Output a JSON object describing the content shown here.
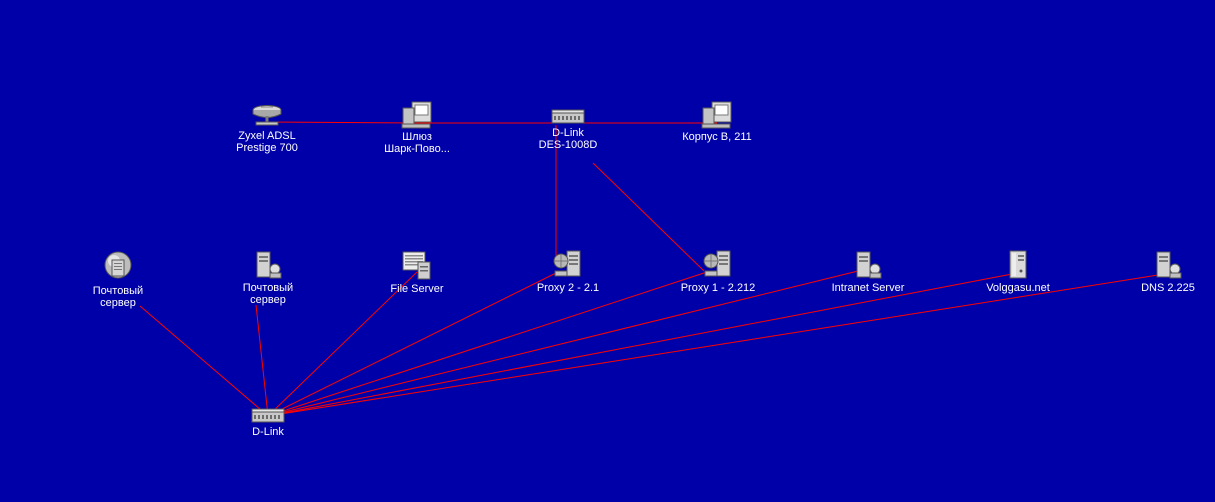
{
  "colors": {
    "background": "#0000a8",
    "link": "#ff0000",
    "label": "#ffffff"
  },
  "nodes": {
    "zyxel": {
      "label": "Zyxel ADSL\nPrestige 700",
      "icon": "modem-icon"
    },
    "gateway": {
      "label": "Шлюз\nШарк-Пово...",
      "icon": "workstation-icon"
    },
    "dlink_top": {
      "label": "D-Link\nDES-1008D",
      "icon": "switch-icon"
    },
    "korpus": {
      "label": "Корпус В, 211",
      "icon": "workstation-icon"
    },
    "mail1": {
      "label": "Почтовый\nсервер",
      "icon": "mail-server-icon"
    },
    "mail2": {
      "label": "Почтовый\nсервер",
      "icon": "server-icon"
    },
    "fileserver": {
      "label": "File Server",
      "icon": "file-server-icon"
    },
    "proxy2": {
      "label": "Proxy 2 - 2.1",
      "icon": "proxy-server-icon"
    },
    "proxy1": {
      "label": "Proxy 1 - 2.212",
      "icon": "proxy-server-icon"
    },
    "intranet": {
      "label": "Intranet Server",
      "icon": "server-icon"
    },
    "volggasu": {
      "label": "Volggasu.net",
      "icon": "tower-server-icon"
    },
    "dns": {
      "label": "DNS 2.225",
      "icon": "server-icon"
    },
    "dlink_bottom": {
      "label": "D-Link",
      "icon": "switch-icon"
    }
  },
  "links": [
    [
      "zyxel",
      "gateway"
    ],
    [
      "gateway",
      "dlink_top"
    ],
    [
      "dlink_top",
      "korpus"
    ],
    [
      "dlink_top",
      "proxy2"
    ],
    [
      "dlink_top",
      "proxy1"
    ],
    [
      "dlink_bottom",
      "mail1"
    ],
    [
      "dlink_bottom",
      "mail2"
    ],
    [
      "dlink_bottom",
      "fileserver"
    ],
    [
      "dlink_bottom",
      "proxy2"
    ],
    [
      "dlink_bottom",
      "proxy1"
    ],
    [
      "dlink_bottom",
      "intranet"
    ],
    [
      "dlink_bottom",
      "volggasu"
    ],
    [
      "dlink_bottom",
      "dns"
    ]
  ]
}
